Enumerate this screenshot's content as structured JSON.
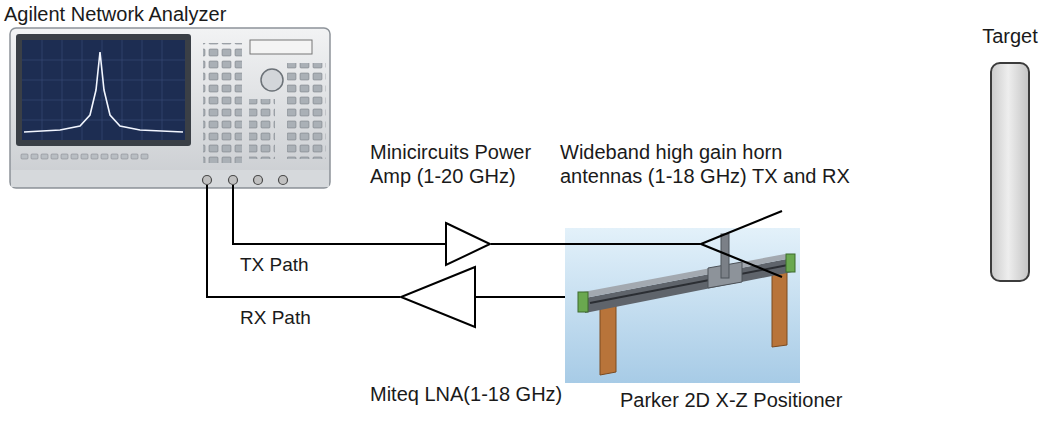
{
  "diagram": {
    "nodes": [
      {
        "text": [
          "Agilent Network Analyzer"
        ]
      },
      {
        "text": [
          "Minicircuits Power Amp (1-20 GHz)"
        ]
      },
      {
        "text": [
          "Wideband high gain horn antennas (1-18 GHz) TX and RX"
        ]
      },
      {
        "text": [
          "Target"
        ]
      },
      {
        "text": [
          "Miteq LNA(1-18 GHz)"
        ]
      },
      {
        "text": [
          "Parker 2D X-Z Positioner"
        ]
      }
    ],
    "edges": [
      {
        "from": 0,
        "to": 1,
        "label": "TX Path",
        "arrow": "none"
      },
      {
        "from": 1,
        "to": 2,
        "arrow": "none"
      },
      {
        "from": 5,
        "to": 4,
        "arrow": "none"
      },
      {
        "from": 4,
        "to": 0,
        "label": "RX Path",
        "arrow": "none"
      }
    ]
  }
}
